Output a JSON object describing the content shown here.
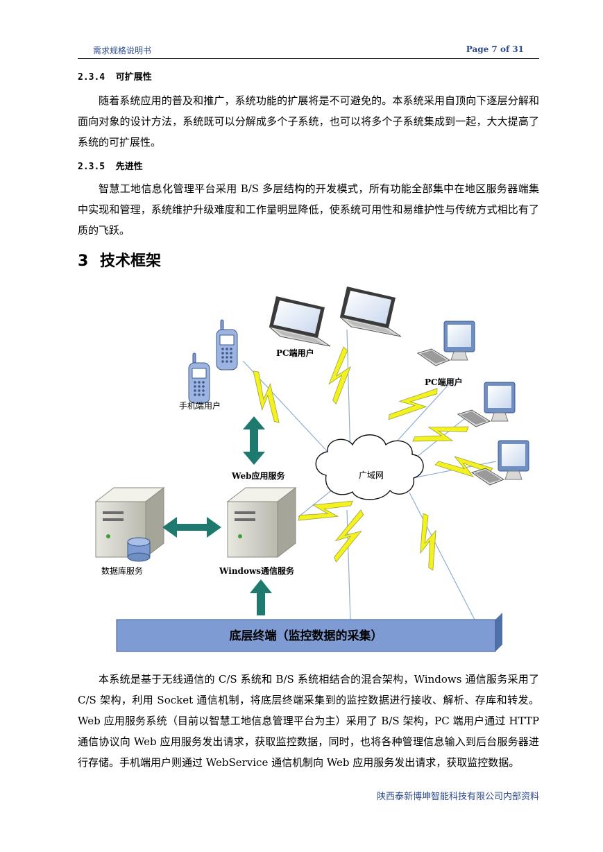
{
  "header": {
    "left": "需求规格说明书",
    "right": "Page 7 of 31"
  },
  "sections": [
    {
      "number": "2.3.4",
      "title": "可扩展性",
      "text": "随着系统应用的普及和推广，系统功能的扩展将是不可避免的。本系统采用自顶向下逐层分解和面向对象的设计方法，系统既可以分解成多个子系统，也可以将多个子系统集成到一起，大大提高了系统的可扩展性。"
    },
    {
      "number": "2.3.5",
      "title": "先进性",
      "text": "智慧工地信息化管理平台采用 B/S 多层结构的开发模式，所有功能全部集中在地区服务器端集中实现和管理，系统维护升级难度和工作量明显降低，使系统可用性和易维护性与传统方式相比有了质的飞跃。"
    }
  ],
  "chapter": {
    "number": "3",
    "title": "技术框架"
  },
  "diagram": {
    "labels": {
      "pc_users_top": "PC端用户",
      "pc_users_right": "PC端用户",
      "mobile_users": "手机端用户",
      "web_service": "Web应用服务",
      "wan": "广域网",
      "db_service": "数据库服务",
      "windows_service": "Windows通信服务",
      "bottom_terminal": "底层终端（监控数据的采集）"
    },
    "colors": {
      "arrow": "#1e7a6e",
      "bolt": "#f4f21e",
      "bar": "#7f9bd3",
      "monitor": "#6f8fc2"
    }
  },
  "body_text": "本系统是基于无线通信的 C/S 系统和 B/S 系统相结合的混合架构，Windows 通信服务采用了 C/S 架构，利用 Socket 通信机制，将底层终端采集到的监控数据进行接收、解析、存库和转发。Web 应用服务系统（目前以智慧工地信息管理平台为主）采用了 B/S 架构，PC 端用户通过 HTTP 通信协议向 Web 应用服务发出请求，获取监控数据，同时，也将各种管理信息输入到后台服务器进行存储。手机端用户则通过 WebService 通信机制向 Web 应用服务发出请求，获取监控数据。",
  "footer": "陕西泰新博坤智能科技有限公司内部资料"
}
